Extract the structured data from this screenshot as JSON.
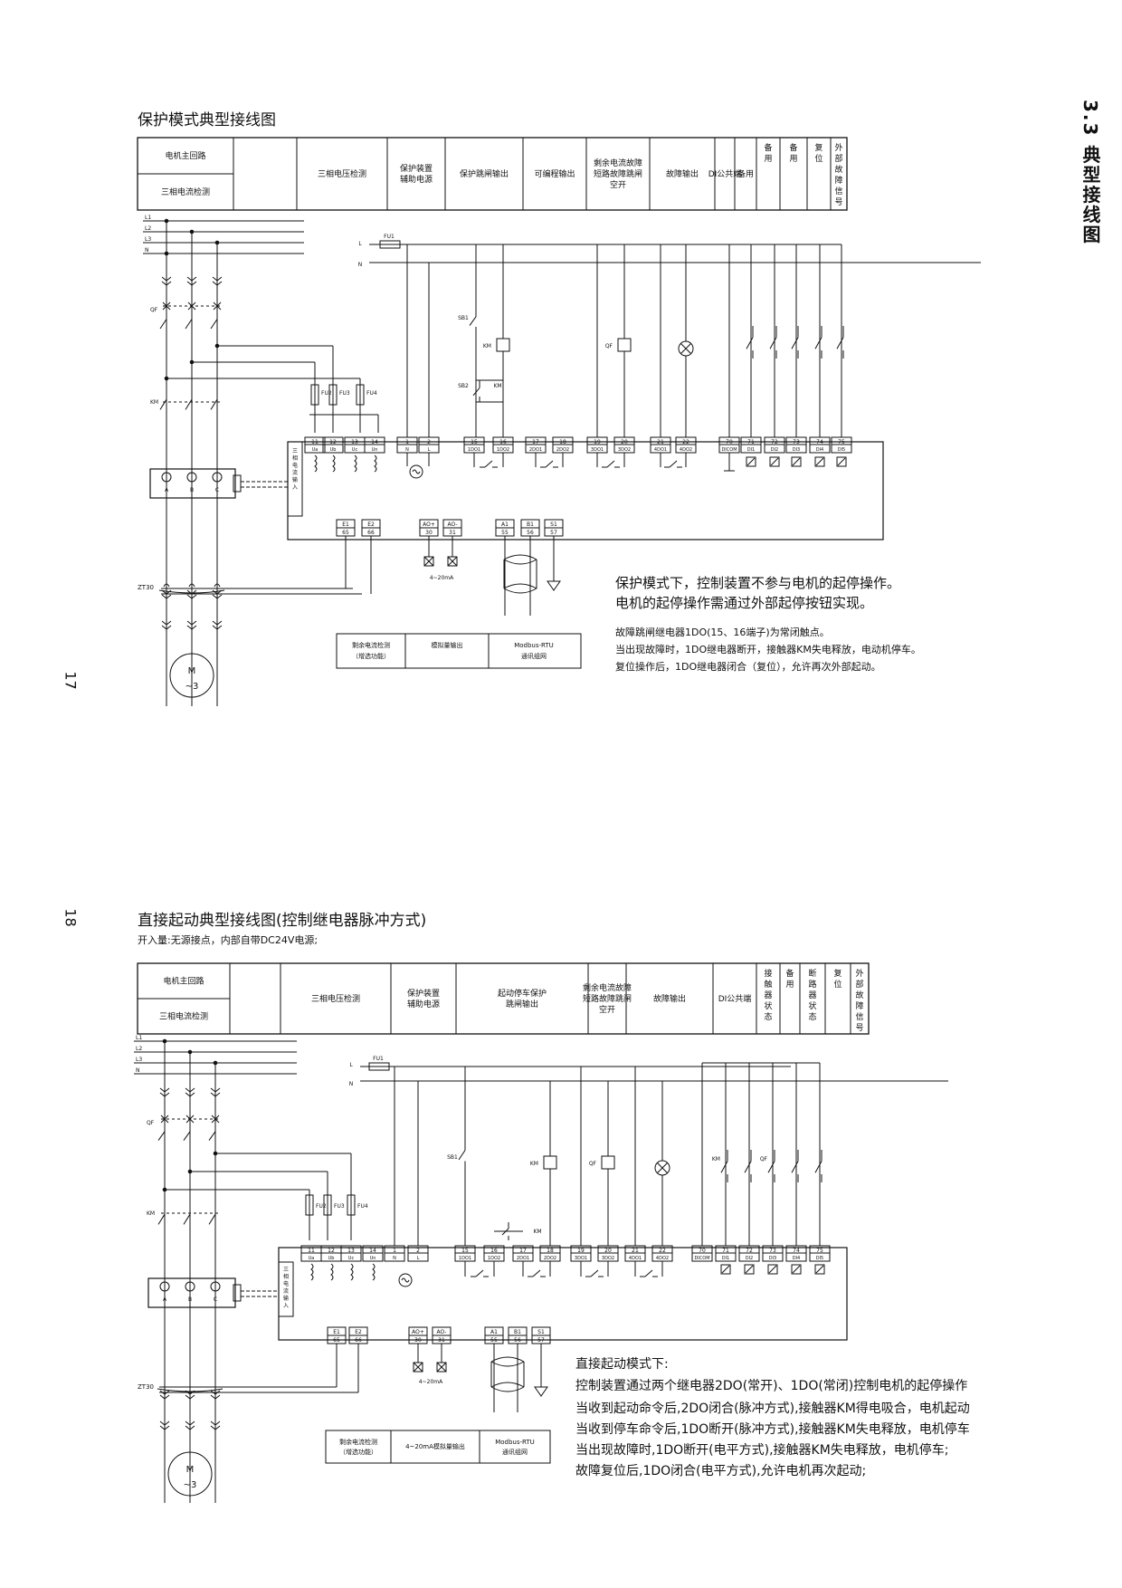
{
  "section_title": "3.3 典型接线图",
  "page_numbers": [
    "17",
    "18"
  ],
  "diagram1": {
    "title": "保护模式典型接线图",
    "header": [
      "电机主回路",
      "三相电流检测",
      "三相电压检测",
      "保护装置辅助电源",
      "保护跳闸输出",
      "可编程输出",
      "剩余电流故障短路故障跳闸空开",
      "故障输出",
      "DI公共端",
      "备用",
      "备用",
      "备用",
      "复位",
      "外部故障信号"
    ],
    "notes_big": [
      "保护模式下，控制装置不参与电机的起停操作。",
      "电机的起停操作需通过外部起停按钮实现。"
    ],
    "notes_small": [
      "故障跳闸继电器1DO(15、16端子)为常闭触点。",
      "当出现故障时，1DO继电器断开，接触器KM失电释放，电动机停车。",
      "复位操作后，1DO继电器闭合（复位），允许再次外部起动。"
    ],
    "bottom_boxes": [
      "剩余电流检测（增选功能）",
      "模拟量输出",
      "Modbus-RTU通讯组网"
    ],
    "labels": {
      "L1": "L1",
      "L2": "L2",
      "L3": "L3",
      "N": "N",
      "QF": "QF",
      "KM": "KM",
      "ZT30": "ZT30",
      "L": "L",
      "FU1": "FU1",
      "FU2": "FU2",
      "FU3": "FU3",
      "FU4": "FU4",
      "SB1": "SB1",
      "SB2": "SB2",
      "A": "A",
      "B": "B",
      "C": "C",
      "motor": "M",
      "motor_sub": "~3",
      "current_input": "三相电流输入",
      "ma": "4~20mA"
    },
    "terminals": [
      [
        "11",
        "Ua"
      ],
      [
        "12",
        "Ub"
      ],
      [
        "13",
        "Uc"
      ],
      [
        "14",
        "Un"
      ],
      [
        "1",
        "N"
      ],
      [
        "2",
        "L"
      ],
      [
        "15",
        "1DO1"
      ],
      [
        "16",
        "1DO2"
      ],
      [
        "17",
        "2DO1"
      ],
      [
        "18",
        "2DO2"
      ],
      [
        "19",
        "3DO1"
      ],
      [
        "20",
        "3DO2"
      ],
      [
        "21",
        "4DO1"
      ],
      [
        "22",
        "4DO2"
      ],
      [
        "70",
        "DICOM"
      ],
      [
        "71",
        "DI1"
      ],
      [
        "72",
        "DI2"
      ],
      [
        "73",
        "DI3"
      ],
      [
        "74",
        "DI4"
      ],
      [
        "75",
        "DI5"
      ]
    ],
    "bottom_terminals": [
      [
        "E1",
        "65"
      ],
      [
        "E2",
        "66"
      ],
      [
        "AO+",
        "30"
      ],
      [
        "AO-",
        "31"
      ],
      [
        "A1",
        "55"
      ],
      [
        "B1",
        "56"
      ],
      [
        "S1",
        "57"
      ]
    ]
  },
  "diagram2": {
    "title": "直接起动典型接线图(控制继电器脉冲方式)",
    "subtitle": "开入量:无源接点，内部自带DC24V电源;",
    "header": [
      "电机主回路",
      "三相电流检测",
      "三相电压检测",
      "保护装置辅助电源",
      "起动停车保护跳闸输出",
      "剩余电流故障短路故障跳闸空开",
      "故障输出",
      "DI公共端",
      "接触器状态",
      "备用",
      "断路器状态",
      "复位",
      "外部故障信号"
    ],
    "notes": [
      "直接起动模式下:",
      "控制装置通过两个继电器2DO(常开)、1DO(常闭)控制电机的起停操作",
      "当收到起动命令后,2DO闭合(脉冲方式),接触器KM得电吸合，电机起动",
      "当收到停车命令后,1DO断开(脉冲方式),接触器KM失电释放，电机停车",
      "当出现故障时,1DO断开(电平方式),接触器KM失电释放，电机停车;",
      "故障复位后,1DO闭合(电平方式),允许电机再次起动;"
    ],
    "bottom_boxes": [
      "剩余电流检测（增选功能）",
      "4~20mA模拟量输出",
      "Modbus-RTU通讯组网"
    ]
  },
  "colors": {
    "line": "#111111",
    "background": "#ffffff"
  }
}
